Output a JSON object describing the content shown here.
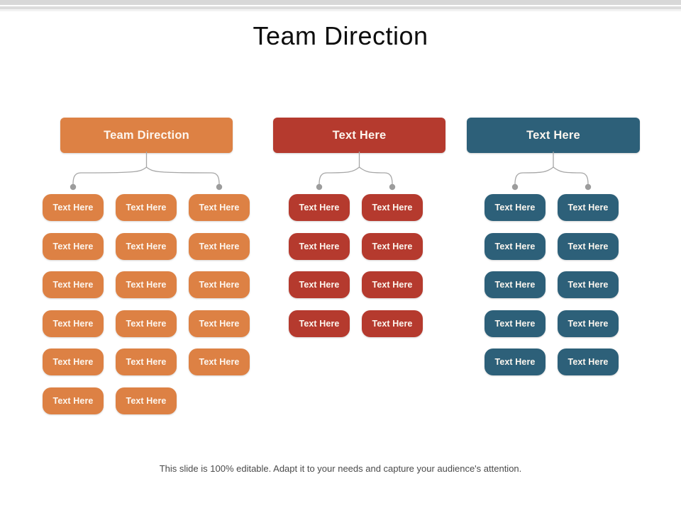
{
  "slide": {
    "title": "Team Direction",
    "footer_note": "This slide is 100% editable. Adapt it to your needs and capture your audience's attention."
  },
  "theme": {
    "orange": "#DD8144",
    "red": "#B53A2E",
    "teal": "#2D6079",
    "connector_line": "#A6A6A6",
    "connector_dot": "#9C9C9C",
    "title_color": "#0D0D0D",
    "footer_color": "#4A4A4A",
    "node_text": "#FDF7F0",
    "page_background": "#FFFFFF",
    "top_band": "#D8D8D8"
  },
  "columns": [
    {
      "id": "column-orange",
      "header_label": "Team Direction",
      "color": "#DD8144",
      "branch_count": 3,
      "node_columns": 3,
      "nodes": [
        {
          "label": "Text Here",
          "col": 0,
          "row": 0
        },
        {
          "label": "Text Here",
          "col": 1,
          "row": 0
        },
        {
          "label": "Text Here",
          "col": 2,
          "row": 0
        },
        {
          "label": "Text Here",
          "col": 0,
          "row": 1
        },
        {
          "label": "Text Here",
          "col": 1,
          "row": 1
        },
        {
          "label": "Text Here",
          "col": 2,
          "row": 1
        },
        {
          "label": "Text Here",
          "col": 0,
          "row": 2
        },
        {
          "label": "Text Here",
          "col": 1,
          "row": 2
        },
        {
          "label": "Text Here",
          "col": 2,
          "row": 2
        },
        {
          "label": "Text Here",
          "col": 0,
          "row": 3
        },
        {
          "label": "Text Here",
          "col": 1,
          "row": 3
        },
        {
          "label": "Text Here",
          "col": 2,
          "row": 3
        },
        {
          "label": "Text Here",
          "col": 0,
          "row": 4
        },
        {
          "label": "Text Here",
          "col": 1,
          "row": 4
        },
        {
          "label": "Text Here",
          "col": 2,
          "row": 4
        },
        {
          "label": "Text Here",
          "col": 0,
          "row": 5
        },
        {
          "label": "Text Here",
          "col": 1,
          "row": 5
        }
      ]
    },
    {
      "id": "column-red",
      "header_label": "Text Here",
      "color": "#B53A2E",
      "branch_count": 2,
      "node_columns": 2,
      "nodes": [
        {
          "label": "Text Here",
          "col": 0,
          "row": 0
        },
        {
          "label": "Text Here",
          "col": 1,
          "row": 0
        },
        {
          "label": "Text Here",
          "col": 0,
          "row": 1
        },
        {
          "label": "Text Here",
          "col": 1,
          "row": 1
        },
        {
          "label": "Text Here",
          "col": 0,
          "row": 2
        },
        {
          "label": "Text Here",
          "col": 1,
          "row": 2
        },
        {
          "label": "Text Here",
          "col": 0,
          "row": 3
        },
        {
          "label": "Text Here",
          "col": 1,
          "row": 3
        }
      ]
    },
    {
      "id": "column-teal",
      "header_label": "Text Here",
      "color": "#2D6079",
      "branch_count": 2,
      "node_columns": 2,
      "nodes": [
        {
          "label": "Text Here",
          "col": 0,
          "row": 0
        },
        {
          "label": "Text Here",
          "col": 1,
          "row": 0
        },
        {
          "label": "Text Here",
          "col": 0,
          "row": 1
        },
        {
          "label": "Text Here",
          "col": 1,
          "row": 1
        },
        {
          "label": "Text Here",
          "col": 0,
          "row": 2
        },
        {
          "label": "Text Here",
          "col": 1,
          "row": 2
        },
        {
          "label": "Text Here",
          "col": 0,
          "row": 3
        },
        {
          "label": "Text Here",
          "col": 1,
          "row": 3
        },
        {
          "label": "Text Here",
          "col": 0,
          "row": 4
        },
        {
          "label": "Text Here",
          "col": 1,
          "row": 4
        }
      ]
    }
  ]
}
